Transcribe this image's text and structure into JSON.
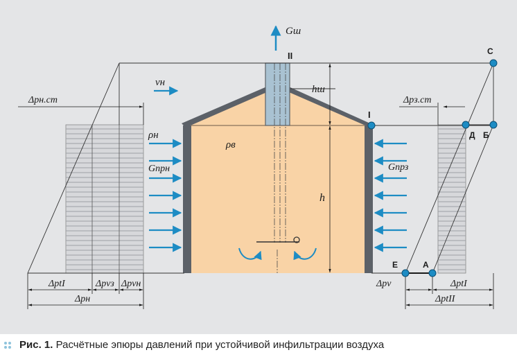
{
  "labels": {
    "G_sh": "Gш",
    "point_II": "II",
    "point_I": "I",
    "h_sh": "hш",
    "h": "h",
    "v_n": "vн",
    "rho_n": "ρн",
    "rho_v": "ρв",
    "G_prn": "Gпрн",
    "G_prz": "Gпрз",
    "dp_nst": "Δpн.ст",
    "dp_zst": "Δpз.ст",
    "dp_tI_left": "ΔptI",
    "dp_vz": "Δpvз",
    "dp_vn": "Δpvн",
    "dp_n": "Δpн",
    "dp_v": "Δpv",
    "dp_tI_right": "ΔptI",
    "dp_tII": "ΔptII",
    "pt_C": "С",
    "pt_D": "Д",
    "pt_B": "Б",
    "pt_E": "Е",
    "pt_A": "А"
  },
  "caption": {
    "prefix": "Рис. 1.",
    "text": " Расчётные эпюры давлений при устойчивой инфильтрации воздуха"
  },
  "colors": {
    "building_fill": "#f9d3a6",
    "pipe_fill": "#a9c2d2",
    "arrow": "#1d8cc4",
    "wall": "#555a62",
    "hatch": "#a8abb0",
    "background": "#e4e5e7"
  }
}
